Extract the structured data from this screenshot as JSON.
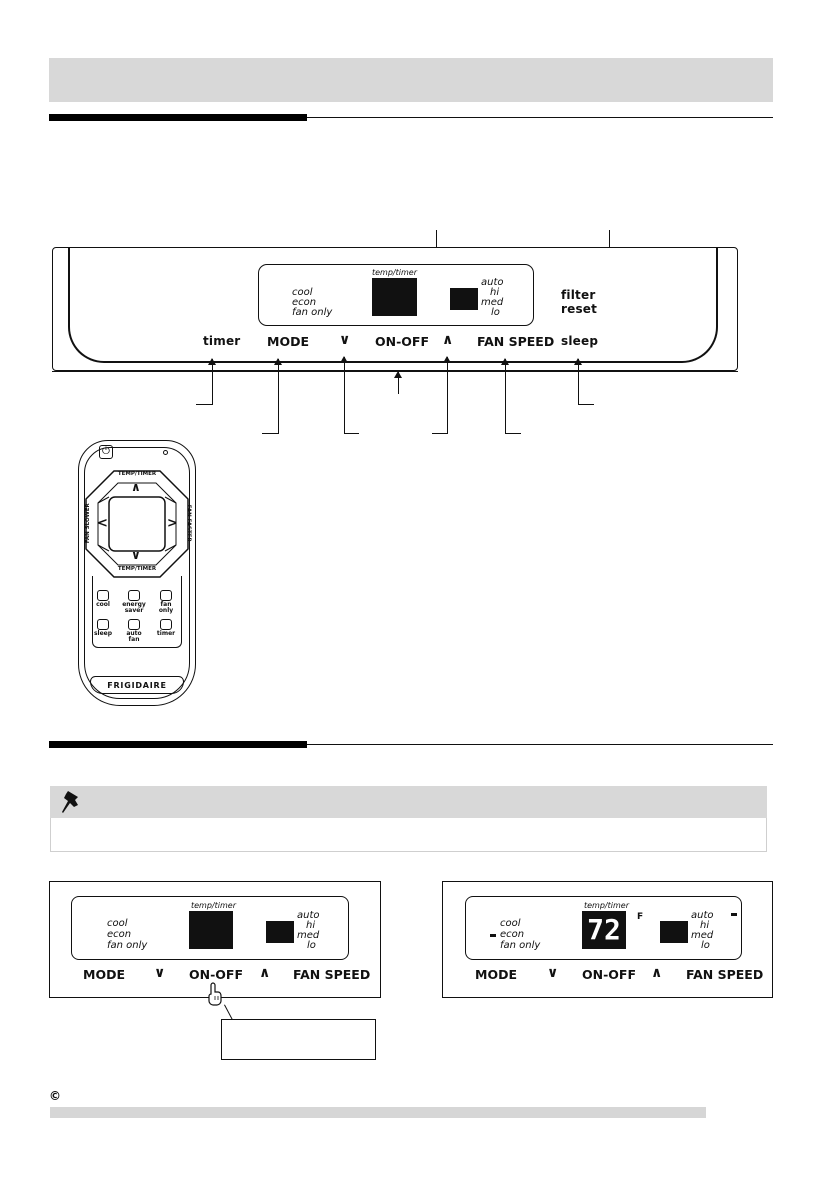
{
  "panel": {
    "display_label": "temp/timer",
    "modes": [
      "cool",
      "econ",
      "fan only"
    ],
    "speeds": [
      "auto",
      "hi",
      "med",
      "lo"
    ],
    "filter_reset": [
      "filter",
      "reset"
    ],
    "buttons": {
      "timer": "timer",
      "mode": "MODE",
      "down": "∨",
      "on_off": "ON-OFF",
      "up": "∧",
      "fan_speed": "FAN SPEED",
      "sleep": "sleep"
    }
  },
  "remote": {
    "power_symbol": "⏻",
    "temp_timer_top": "TEMP/TIMER",
    "temp_timer_bottom": "TEMP/TIMER",
    "fan_slower": "FAN SLOWER",
    "fan_faster": "FAN FASTER",
    "up": "∧",
    "down": "∨",
    "left": "<",
    "right": ">",
    "buttons": [
      [
        "cool"
      ],
      [
        "energy",
        "saver"
      ],
      [
        "fan",
        "only"
      ],
      [
        "sleep"
      ],
      [
        "auto",
        "fan"
      ],
      [
        "timer"
      ]
    ],
    "brand": "FRIGIDAIRE"
  },
  "mini_left": {
    "display_label": "temp/timer",
    "modes": [
      "cool",
      "econ",
      "fan only"
    ],
    "speeds": [
      "auto",
      "hi",
      "med",
      "lo"
    ],
    "buttons": [
      "MODE",
      "∨",
      "ON-OFF",
      "∧",
      "FAN SPEED"
    ]
  },
  "mini_right": {
    "display_label": "temp/timer",
    "temp_value": "72",
    "temp_unit": "F",
    "modes": [
      "cool",
      "econ",
      "fan only"
    ],
    "speeds": [
      "auto",
      "hi",
      "med",
      "lo"
    ],
    "buttons": [
      "MODE",
      "∨",
      "ON-OFF",
      "∧",
      "FAN SPEED"
    ]
  },
  "footer": {
    "copyright_symbol": "©"
  },
  "colors": {
    "header_gray": "#d8d8d8",
    "ink": "#111111"
  }
}
